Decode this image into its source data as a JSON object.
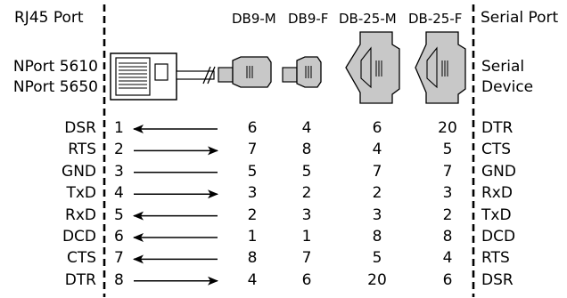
{
  "headers": {
    "rj45_port": "RJ45 Port",
    "serial_port": "Serial Port",
    "db9_m": "DB9-M",
    "db9_f": "DB9-F",
    "db25_m": "DB-25-M",
    "db25_f": "DB-25-F"
  },
  "nport_models": [
    "NPort 5610",
    "NPort 5650"
  ],
  "serial_device": [
    "Serial",
    "Device"
  ],
  "rows": [
    {
      "left": "DSR",
      "pin": "1",
      "direction": "in",
      "db9m": "6",
      "db9f": "4",
      "db25m": "6",
      "db25f": "20",
      "right": "DTR"
    },
    {
      "left": "RTS",
      "pin": "2",
      "direction": "out",
      "db9m": "7",
      "db9f": "8",
      "db25m": "4",
      "db25f": "5",
      "right": "CTS"
    },
    {
      "left": "GND",
      "pin": "3",
      "direction": "none",
      "db9m": "5",
      "db9f": "5",
      "db25m": "7",
      "db25f": "7",
      "right": "GND"
    },
    {
      "left": "TxD",
      "pin": "4",
      "direction": "out",
      "db9m": "3",
      "db9f": "2",
      "db25m": "2",
      "db25f": "3",
      "right": "RxD"
    },
    {
      "left": "RxD",
      "pin": "5",
      "direction": "in",
      "db9m": "2",
      "db9f": "3",
      "db25m": "3",
      "db25f": "2",
      "right": "TxD"
    },
    {
      "left": "DCD",
      "pin": "6",
      "direction": "in",
      "db9m": "1",
      "db9f": "1",
      "db25m": "8",
      "db25f": "8",
      "right": "DCD"
    },
    {
      "left": "CTS",
      "pin": "7",
      "direction": "in",
      "db9m": "8",
      "db9f": "7",
      "db25m": "5",
      "db25f": "4",
      "right": "RTS"
    },
    {
      "left": "DTR",
      "pin": "8",
      "direction": "out",
      "db9m": "4",
      "db9f": "6",
      "db25m": "20",
      "db25f": "6",
      "right": "DSR"
    }
  ],
  "colors": {
    "connector_fill": "#c8c8c8",
    "line": "#000000"
  }
}
